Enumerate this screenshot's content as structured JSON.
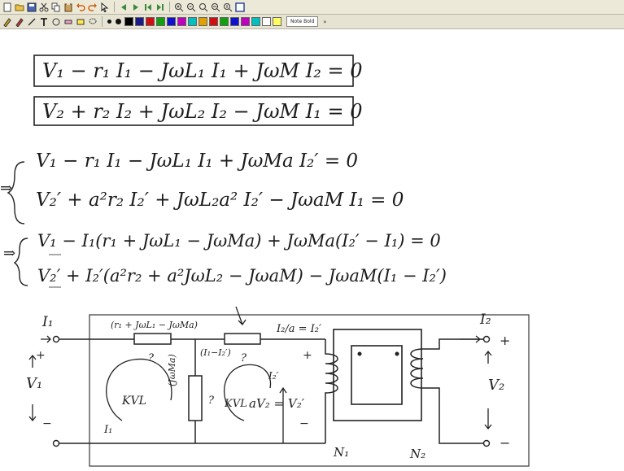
{
  "app": {
    "toolbar_font_label": "Note Bold"
  },
  "toolbar": {
    "row1_icons": [
      "new-page-icon",
      "open-icon",
      "save-icon",
      "cut-icon",
      "copy-icon",
      "paste-icon",
      "undo-icon",
      "redo-icon",
      "arrow-icon",
      "prev-page-icon",
      "next-page-icon",
      "first-page-icon",
      "last-page-icon",
      "zoom-in-icon",
      "zoom-out-icon",
      "zoom-fit-icon",
      "zoom-width-icon",
      "zoom-page-icon",
      "fullscreen-icon"
    ],
    "row2_tools": [
      "pen-tool-icon",
      "pencil-tool-icon",
      "line-tool-icon",
      "text-tool-icon",
      "shape-tool-icon",
      "eraser-tool-icon",
      "highlighter-tool-icon",
      "lasso-tool-icon"
    ],
    "colors": [
      "#000000",
      "#1a1a8c",
      "#d01010",
      "#10a010",
      "#1010d0",
      "#c000c0",
      "#00c0c0",
      "#e0a000",
      "#d01010",
      "#10a010",
      "#1010d0",
      "#c000c0",
      "#00c0c0",
      "#ffffff",
      "#ffff60"
    ]
  },
  "notes": {
    "eq1": "V₁ − r₁ I₁ − JωL₁ I₁ + JωM I₂ = 0",
    "eq2": "V₂ + r₂ I₂ + JωL₂ I₂ − JωM I₁ = 0",
    "eq3": "V₁ − r₁ I₁ − JωL₁ I₁ + JωMa I₂′ = 0",
    "eq4": "V₂′ + a²r₂ I₂′ + JωL₂a² I₂′ − JωaM I₁ = 0",
    "eq5": "V₁ − I₁(r₁ + JωL₁ − JωMa) + JωMa(I₂′ − I₁)    = 0",
    "eq6": "V₂′ + I₂′(a²r₂ + a²JωL₂ − JωaM) − JωaM(I₁ − I₂′)",
    "implies1": "⇒",
    "implies2": "⇒"
  },
  "circuit": {
    "I1": "I₁",
    "I2": "I₂",
    "V1": "V₁",
    "V2": "V₂",
    "plus": "+",
    "minus": "−",
    "Z1": "(r₁ + JωL₁ − JωMa)",
    "Zm": "(JωMa)",
    "Imid": "(I₁−I₂′)",
    "I2ratio": "I₂/a = I₂′",
    "I2prime": "I₂′",
    "kvl": "KVL",
    "aV2": "aV₂ = V₂′",
    "q": "?",
    "N1": "N₁",
    "N2": "N₂"
  }
}
